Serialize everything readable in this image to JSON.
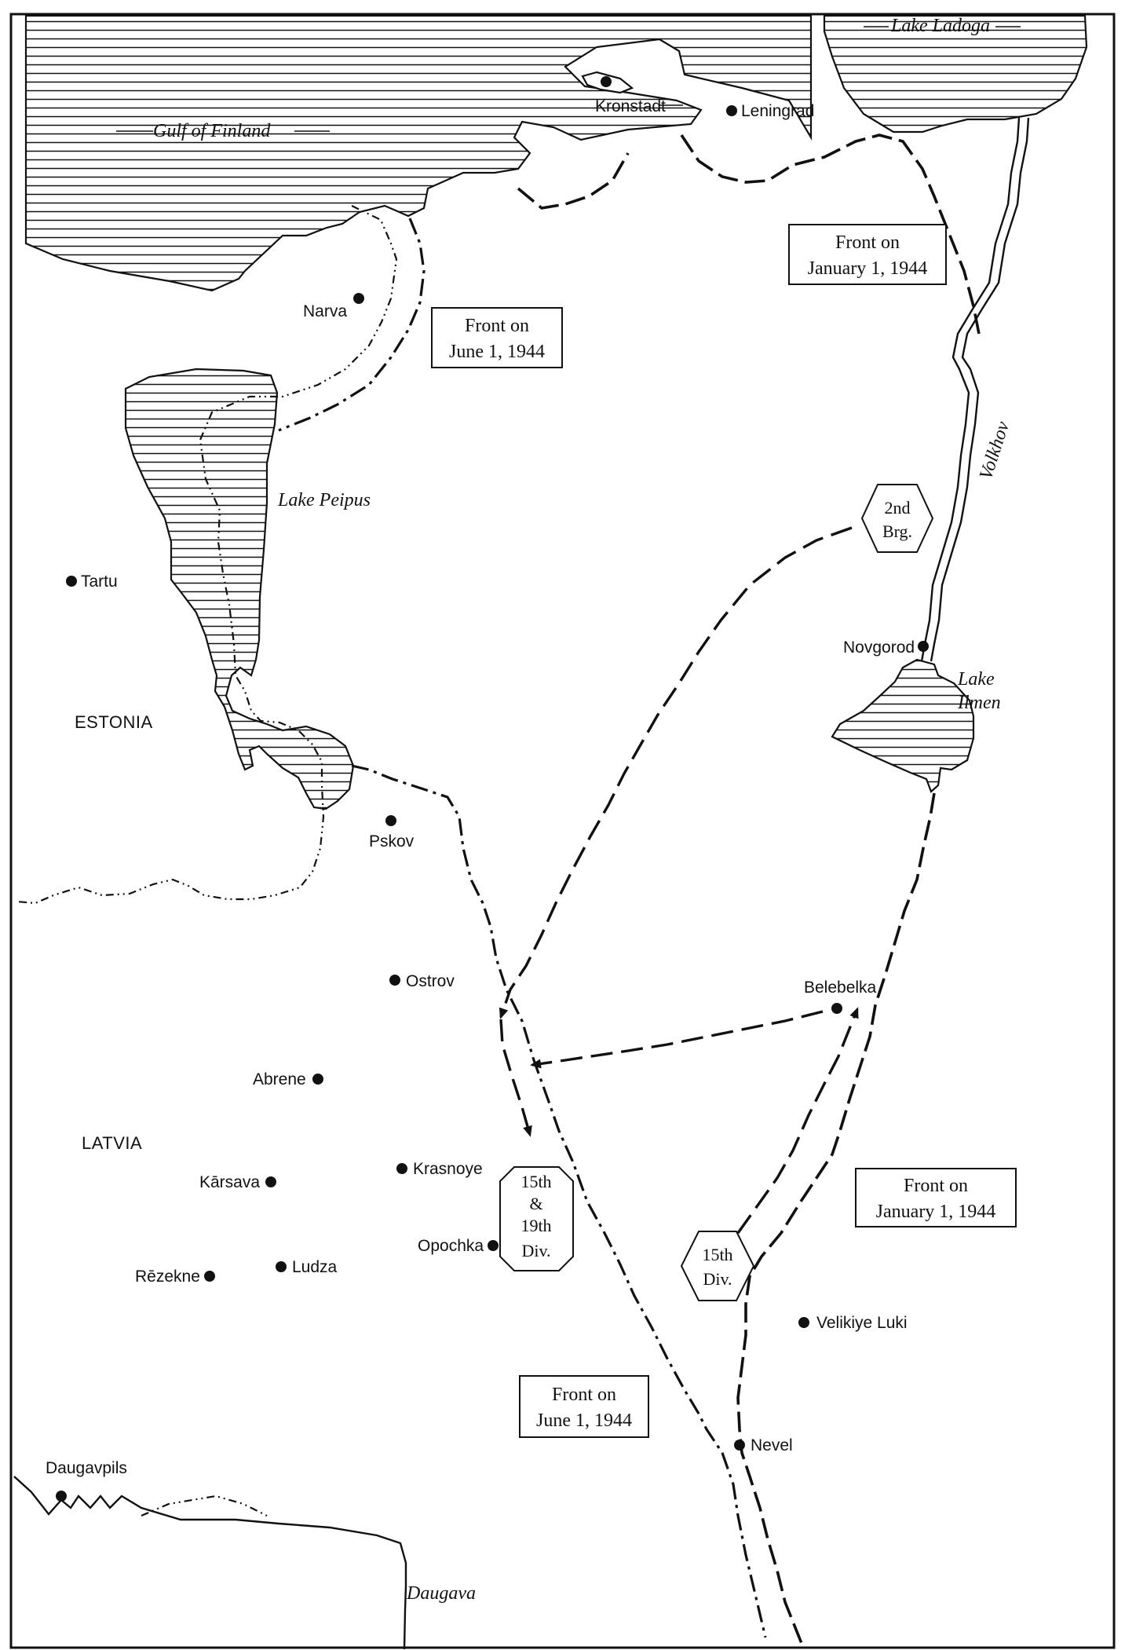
{
  "map": {
    "water": {
      "gulf": "Gulf of Finland",
      "ladoga": "Lake Ladoga",
      "peipus": "Lake Peipus",
      "ilmen_1": "Lake",
      "ilmen_2": "Ilmen",
      "volkhov": "Volkhov",
      "daugava": "Daugava"
    },
    "regions": {
      "estonia": "ESTONIA",
      "latvia": "LATVIA"
    },
    "cities": {
      "kronstadt": "Kronstadt",
      "leningrad": "Leningrad",
      "narva": "Narva",
      "tartu": "Tartu",
      "novgorod": "Novgorod",
      "pskov": "Pskov",
      "ostrov": "Ostrov",
      "belebelka": "Belebelka",
      "abrene": "Abrene",
      "karsava": "Kārsava",
      "krasnoye": "Krasnoye",
      "opochka": "Opochka",
      "rezekne": "Rēzekne",
      "ludza": "Ludza",
      "velikiye_luki": "Velikiye Luki",
      "nevel": "Nevel",
      "daugavpils": "Daugavpils"
    },
    "front_boxes": {
      "jan_north_1": "Front on",
      "jan_north_2": "January 1, 1944",
      "jun_north_1": "Front on",
      "jun_north_2": "June 1, 1944",
      "jan_south_1": "Front on",
      "jan_south_2": "January 1, 1944",
      "jun_south_1": "Front on",
      "jun_south_2": "June 1, 1944"
    },
    "units": {
      "brg_1": "2nd",
      "brg_2": "Brg.",
      "div15_1": "15th",
      "div15_2": "Div.",
      "div1519_1": "15th",
      "div1519_2": "&",
      "div1519_3": "19th",
      "div1519_4": "Div."
    }
  }
}
